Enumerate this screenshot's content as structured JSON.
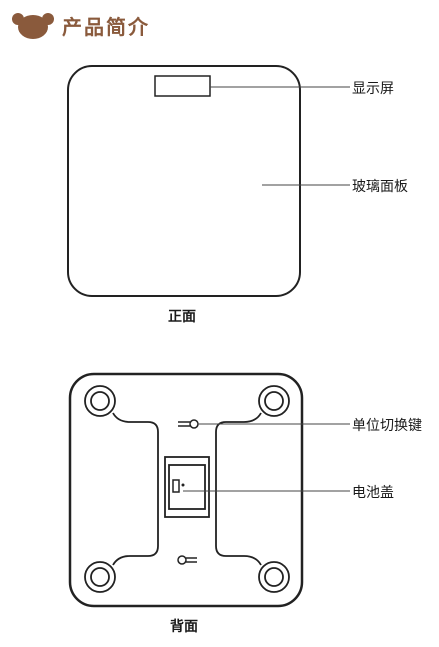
{
  "header": {
    "title": "产品简介",
    "icon": "bear-icon",
    "accent": "#8a5a3c"
  },
  "front": {
    "caption": "正面",
    "labels": {
      "display": "显示屏",
      "glass": "玻璃面板"
    }
  },
  "back": {
    "caption": "背面",
    "labels": {
      "unit_switch": "单位切换键",
      "battery": "电池盖"
    }
  }
}
